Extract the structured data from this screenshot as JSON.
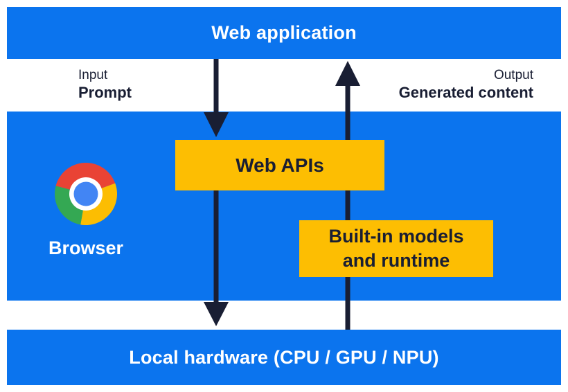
{
  "colors": {
    "bar_blue": "#0B74EE",
    "box_yellow": "#FDBE02",
    "ink": "#191E33",
    "chrome_red": "#E94335",
    "chrome_green": "#34A853",
    "chrome_yellow": "#FCBD02",
    "chrome_blue": "#4285F4"
  },
  "top_bar": {
    "label": "Web application"
  },
  "flow_labels": {
    "input_title": "Input",
    "input_value": "Prompt",
    "output_title": "Output",
    "output_value": "Generated content"
  },
  "browser_section": {
    "label": "Browser",
    "web_apis": {
      "label": "Web APIs"
    },
    "builtin": {
      "line1": "Built-in models",
      "line2": "and runtime"
    }
  },
  "bottom_bar": {
    "label": "Local hardware (CPU / GPU / NPU)"
  },
  "icons": {
    "browser": "chrome-logo-icon"
  }
}
